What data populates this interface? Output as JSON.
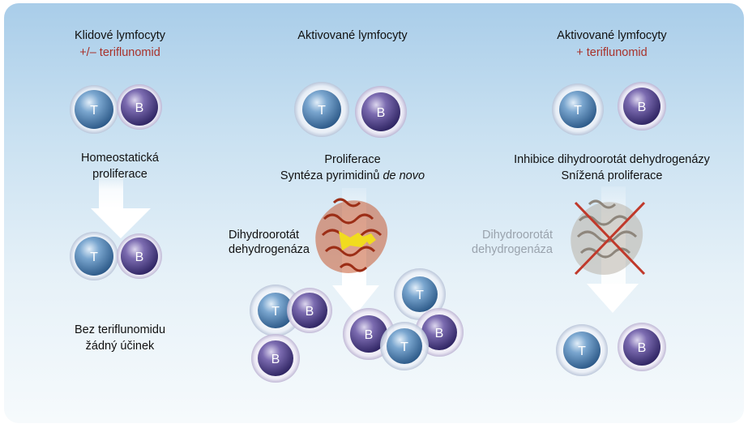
{
  "columns": [
    {
      "heading": "Klidové lymfocyty",
      "subheading": "+/– teriflunomid",
      "process": [
        "Homeostatická",
        "proliferace"
      ],
      "result": [
        "Bez teriflunomidu",
        "žádný účinek"
      ]
    },
    {
      "heading": "Aktivované lymfocyty",
      "process_line1": "Proliferace",
      "process_line2": "Syntéza pyrimidinů",
      "process_line2_italic": "de novo",
      "enzyme_label": [
        "Dihydroorotát",
        "dehydrogenáza"
      ]
    },
    {
      "heading": "Aktivované lymfocyty",
      "subheading": "+ teriflunomid",
      "process": [
        "Inhibice dihydroorotát dehydrogenázy",
        "Snížená proliferace"
      ],
      "enzyme_label": [
        "Dihydroorotát",
        "dehydrogenáza"
      ]
    }
  ],
  "cell_labels": {
    "t": "T",
    "b": "B"
  },
  "colors": {
    "accent_red": "#a8322b",
    "t_cell": "#4a7fb0",
    "b_cell": "#5a4a8e",
    "arrow": "#ffffff",
    "inhibition_cross": "#c0392b",
    "enzyme": "#b5462a",
    "enzyme_core": "#e8d21c"
  }
}
